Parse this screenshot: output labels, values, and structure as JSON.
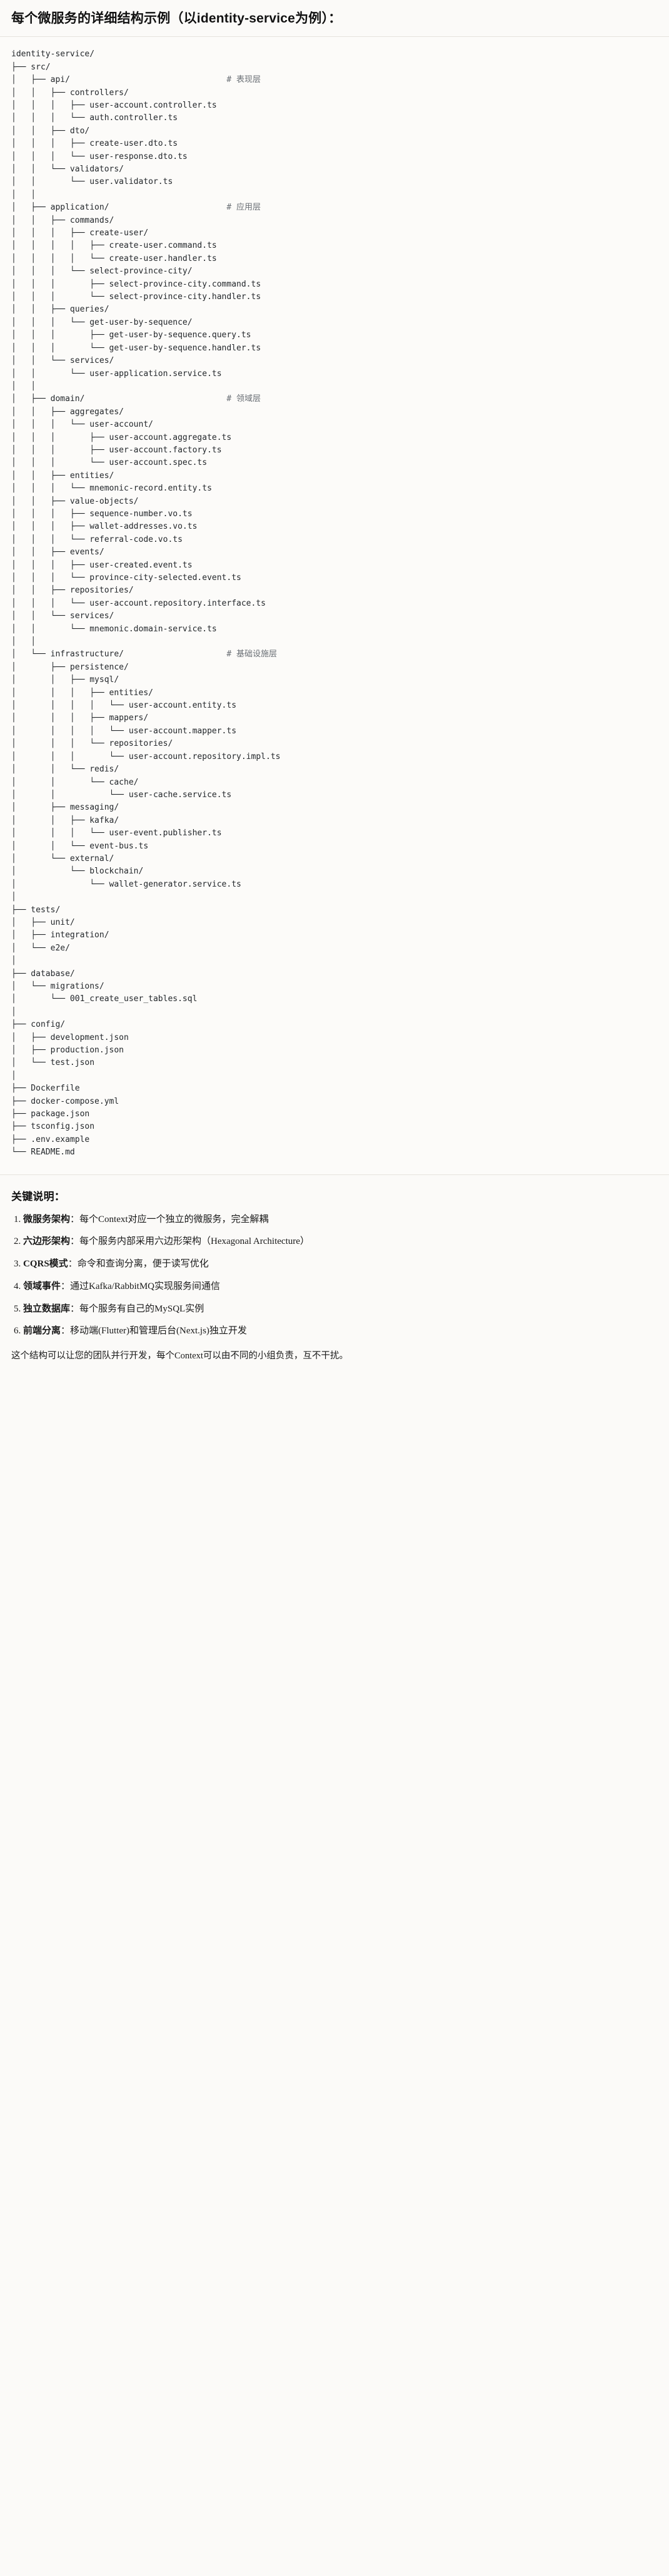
{
  "heading": "每个微服务的详细结构示例（以identity-service为例）：",
  "tree": {
    "root": "identity-service/",
    "lines": [
      {
        "prefix": "identity-service/",
        "comment": ""
      },
      {
        "prefix": "├── src/",
        "comment": ""
      },
      {
        "prefix": "│   ├── api/",
        "comment": "# 表现层"
      },
      {
        "prefix": "│   │   ├── controllers/",
        "comment": ""
      },
      {
        "prefix": "│   │   │   ├── user-account.controller.ts",
        "comment": ""
      },
      {
        "prefix": "│   │   │   └── auth.controller.ts",
        "comment": ""
      },
      {
        "prefix": "│   │   ├── dto/",
        "comment": ""
      },
      {
        "prefix": "│   │   │   ├── create-user.dto.ts",
        "comment": ""
      },
      {
        "prefix": "│   │   │   └── user-response.dto.ts",
        "comment": ""
      },
      {
        "prefix": "│   │   └── validators/",
        "comment": ""
      },
      {
        "prefix": "│   │       └── user.validator.ts",
        "comment": ""
      },
      {
        "prefix": "│   │",
        "comment": ""
      },
      {
        "prefix": "│   ├── application/",
        "comment": "# 应用层"
      },
      {
        "prefix": "│   │   ├── commands/",
        "comment": ""
      },
      {
        "prefix": "│   │   │   ├── create-user/",
        "comment": ""
      },
      {
        "prefix": "│   │   │   │   ├── create-user.command.ts",
        "comment": ""
      },
      {
        "prefix": "│   │   │   │   └── create-user.handler.ts",
        "comment": ""
      },
      {
        "prefix": "│   │   │   └── select-province-city/",
        "comment": ""
      },
      {
        "prefix": "│   │   │       ├── select-province-city.command.ts",
        "comment": ""
      },
      {
        "prefix": "│   │   │       └── select-province-city.handler.ts",
        "comment": ""
      },
      {
        "prefix": "│   │   ├── queries/",
        "comment": ""
      },
      {
        "prefix": "│   │   │   └── get-user-by-sequence/",
        "comment": ""
      },
      {
        "prefix": "│   │   │       ├── get-user-by-sequence.query.ts",
        "comment": ""
      },
      {
        "prefix": "│   │   │       └── get-user-by-sequence.handler.ts",
        "comment": ""
      },
      {
        "prefix": "│   │   └── services/",
        "comment": ""
      },
      {
        "prefix": "│   │       └── user-application.service.ts",
        "comment": ""
      },
      {
        "prefix": "│   │",
        "comment": ""
      },
      {
        "prefix": "│   ├── domain/",
        "comment": "# 领域层"
      },
      {
        "prefix": "│   │   ├── aggregates/",
        "comment": ""
      },
      {
        "prefix": "│   │   │   └── user-account/",
        "comment": ""
      },
      {
        "prefix": "│   │   │       ├── user-account.aggregate.ts",
        "comment": ""
      },
      {
        "prefix": "│   │   │       ├── user-account.factory.ts",
        "comment": ""
      },
      {
        "prefix": "│   │   │       └── user-account.spec.ts",
        "comment": ""
      },
      {
        "prefix": "│   │   ├── entities/",
        "comment": ""
      },
      {
        "prefix": "│   │   │   └── mnemonic-record.entity.ts",
        "comment": ""
      },
      {
        "prefix": "│   │   ├── value-objects/",
        "comment": ""
      },
      {
        "prefix": "│   │   │   ├── sequence-number.vo.ts",
        "comment": ""
      },
      {
        "prefix": "│   │   │   ├── wallet-addresses.vo.ts",
        "comment": ""
      },
      {
        "prefix": "│   │   │   └── referral-code.vo.ts",
        "comment": ""
      },
      {
        "prefix": "│   │   ├── events/",
        "comment": ""
      },
      {
        "prefix": "│   │   │   ├── user-created.event.ts",
        "comment": ""
      },
      {
        "prefix": "│   │   │   └── province-city-selected.event.ts",
        "comment": ""
      },
      {
        "prefix": "│   │   ├── repositories/",
        "comment": ""
      },
      {
        "prefix": "│   │   │   └── user-account.repository.interface.ts",
        "comment": ""
      },
      {
        "prefix": "│   │   └── services/",
        "comment": ""
      },
      {
        "prefix": "│   │       └── mnemonic.domain-service.ts",
        "comment": ""
      },
      {
        "prefix": "│   │",
        "comment": ""
      },
      {
        "prefix": "│   └── infrastructure/",
        "comment": "# 基础设施层"
      },
      {
        "prefix": "│       ├── persistence/",
        "comment": ""
      },
      {
        "prefix": "│       │   ├── mysql/",
        "comment": ""
      },
      {
        "prefix": "│       │   │   ├── entities/",
        "comment": ""
      },
      {
        "prefix": "│       │   │   │   └── user-account.entity.ts",
        "comment": ""
      },
      {
        "prefix": "│       │   │   ├── mappers/",
        "comment": ""
      },
      {
        "prefix": "│       │   │   │   └── user-account.mapper.ts",
        "comment": ""
      },
      {
        "prefix": "│       │   │   └── repositories/",
        "comment": ""
      },
      {
        "prefix": "│       │   │       └── user-account.repository.impl.ts",
        "comment": ""
      },
      {
        "prefix": "│       │   └── redis/",
        "comment": ""
      },
      {
        "prefix": "│       │       └── cache/",
        "comment": ""
      },
      {
        "prefix": "│       │           └── user-cache.service.ts",
        "comment": ""
      },
      {
        "prefix": "│       ├── messaging/",
        "comment": ""
      },
      {
        "prefix": "│       │   ├── kafka/",
        "comment": ""
      },
      {
        "prefix": "│       │   │   └── user-event.publisher.ts",
        "comment": ""
      },
      {
        "prefix": "│       │   └── event-bus.ts",
        "comment": ""
      },
      {
        "prefix": "│       └── external/",
        "comment": ""
      },
      {
        "prefix": "│           └── blockchain/",
        "comment": ""
      },
      {
        "prefix": "│               └── wallet-generator.service.ts",
        "comment": ""
      },
      {
        "prefix": "│",
        "comment": ""
      },
      {
        "prefix": "├── tests/",
        "comment": ""
      },
      {
        "prefix": "│   ├── unit/",
        "comment": ""
      },
      {
        "prefix": "│   ├── integration/",
        "comment": ""
      },
      {
        "prefix": "│   └── e2e/",
        "comment": ""
      },
      {
        "prefix": "│",
        "comment": ""
      },
      {
        "prefix": "├── database/",
        "comment": ""
      },
      {
        "prefix": "│   └── migrations/",
        "comment": ""
      },
      {
        "prefix": "│       └── 001_create_user_tables.sql",
        "comment": ""
      },
      {
        "prefix": "│",
        "comment": ""
      },
      {
        "prefix": "├── config/",
        "comment": ""
      },
      {
        "prefix": "│   ├── development.json",
        "comment": ""
      },
      {
        "prefix": "│   ├── production.json",
        "comment": ""
      },
      {
        "prefix": "│   └── test.json",
        "comment": ""
      },
      {
        "prefix": "│",
        "comment": ""
      },
      {
        "prefix": "├── Dockerfile",
        "comment": ""
      },
      {
        "prefix": "├── docker-compose.yml",
        "comment": ""
      },
      {
        "prefix": "├── package.json",
        "comment": ""
      },
      {
        "prefix": "├── tsconfig.json",
        "comment": ""
      },
      {
        "prefix": "├── .env.example",
        "comment": ""
      },
      {
        "prefix": "└── README.md",
        "comment": ""
      }
    ],
    "comment_column": 44
  },
  "notes": {
    "title": "关键说明：",
    "items": [
      {
        "number": "1.",
        "term": "微服务架构",
        "sep": "：",
        "text": "每个Context对应一个独立的微服务，完全解耦"
      },
      {
        "number": "2.",
        "term": "六边形架构",
        "sep": "：",
        "text": "每个服务内部采用六边形架构（Hexagonal Architecture）"
      },
      {
        "number": "3.",
        "term": "CQRS模式",
        "sep": "：",
        "text": "命令和查询分离，便于读写优化"
      },
      {
        "number": "4.",
        "term": "领域事件",
        "sep": "：",
        "text": "通过Kafka/RabbitMQ实现服务间通信"
      },
      {
        "number": "5.",
        "term": "独立数据库",
        "sep": "：",
        "text": "每个服务有自己的MySQL实例"
      },
      {
        "number": "6.",
        "term": "前端分离",
        "sep": "：",
        "text": "移动端(Flutter)和管理后台(Next.js)独立开发"
      }
    ],
    "closing": "这个结构可以让您的团队并行开发，每个Context可以由不同的小组负责，互不干扰。"
  },
  "colors": {
    "page_background": "#fbfaf8",
    "text": "#1a1a1a",
    "code_text": "#23272b",
    "comment_text": "#6a6f75",
    "rule": "#e6e3dd"
  }
}
